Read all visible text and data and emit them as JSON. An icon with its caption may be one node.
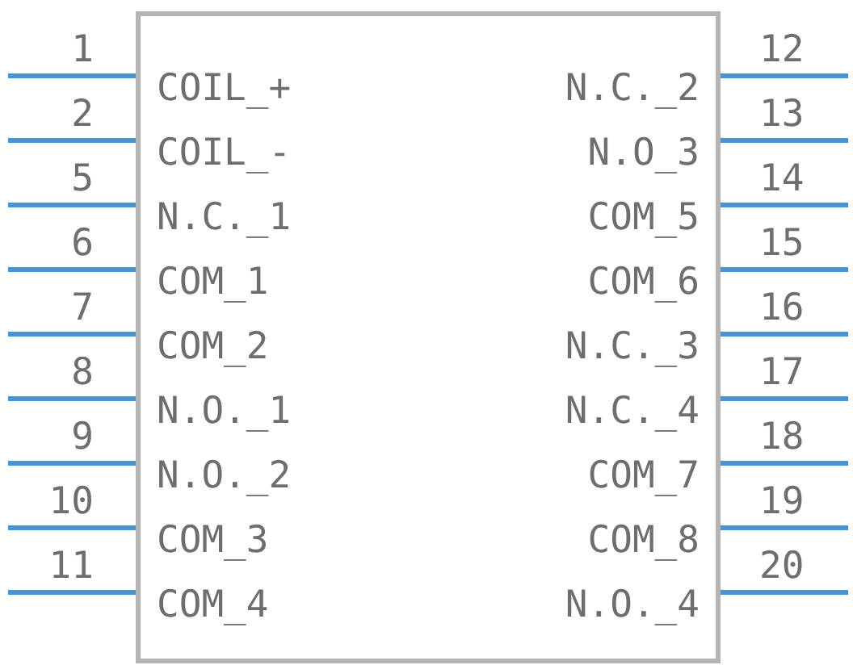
{
  "diagram": {
    "nodes": [
      {
        "text": [
          "COIL_+",
          "N.C._2",
          "COIL_-",
          "N.O_3",
          "N.C._1",
          "COM_5",
          "COM_1",
          "COM_6",
          "COM_2",
          "N.C._3",
          "N.O._1",
          "N.C._4",
          "N.O._2",
          "COM_7",
          "COM_3",
          "COM_8",
          "COM_4",
          "N.O._4"
        ]
      }
    ],
    "labels": [
      "1",
      "12",
      "2",
      "13",
      "5",
      "14",
      "6",
      "15",
      "7",
      "16",
      "8",
      "17",
      "9",
      "18",
      "10",
      "19",
      "11",
      "20"
    ]
  }
}
